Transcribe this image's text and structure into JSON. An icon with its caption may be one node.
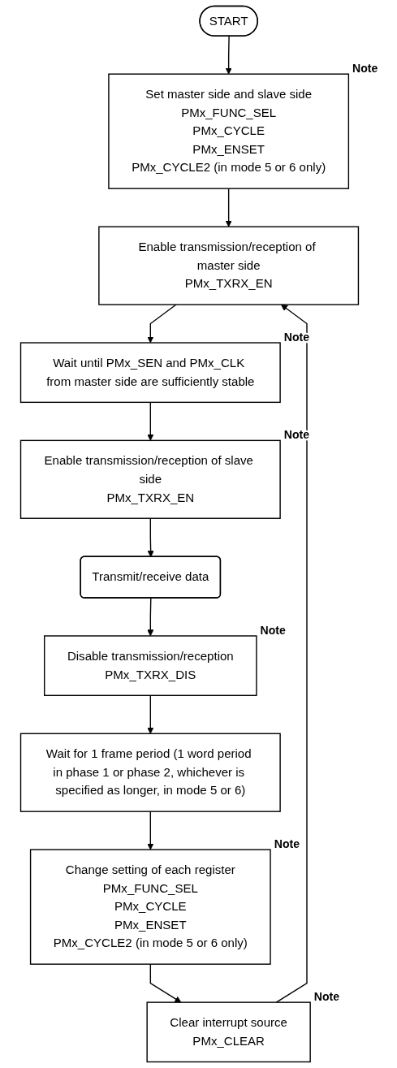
{
  "diagram": {
    "nodes": [
      {
        "text": [
          "START"
        ]
      },
      {
        "text": [
          "Set master side and slave side",
          "PMx_FUNC_SEL",
          "PMx_CYCLE",
          "PMx_ENSET",
          "PMx_CYCLE2 (in mode 5 or 6 only)"
        ],
        "beside": [
          "Note"
        ]
      },
      {
        "text": [
          "Enable transmission/reception of master side",
          "PMx_TXRX_EN"
        ]
      },
      {
        "text": [
          "Wait until PMx_SEN and PMx_CLK from master side are sufficiently stable"
        ],
        "beside": [
          "Note"
        ]
      },
      {
        "text": [
          "Enable transmission/reception of slave side",
          "PMx_TXRX_EN"
        ],
        "beside": [
          "Note"
        ]
      },
      {
        "text": [
          "Transmit/receive data"
        ]
      },
      {
        "text": [
          "Disable transmission/reception",
          "PMx_TXRX_DIS"
        ],
        "beside": [
          "Note"
        ]
      },
      {
        "text": [
          "Wait for 1 frame period (1 word period in phase 1 or phase 2, whichever is specified as longer, in mode 5 or 6)"
        ]
      },
      {
        "text": [
          "Change setting of each register",
          "PMx_FUNC_SEL",
          "PMx_CYCLE",
          "PMx_ENSET",
          "PMx_CYCLE2 (in mode 5 or 6 only)"
        ],
        "beside": [
          "Note"
        ]
      },
      {
        "text": [
          "Clear interrupt source",
          "PMx_CLEAR"
        ],
        "beside": [
          "Note"
        ]
      }
    ],
    "edges": [
      {
        "from": 0,
        "to": 1,
        "arrow": "to"
      },
      {
        "from": 1,
        "to": 2,
        "arrow": "to"
      },
      {
        "from": 2,
        "to": 3,
        "arrow": "to"
      },
      {
        "from": 3,
        "to": 4,
        "arrow": "to"
      },
      {
        "from": 4,
        "to": 5,
        "arrow": "to"
      },
      {
        "from": 5,
        "to": 6,
        "arrow": "to"
      },
      {
        "from": 6,
        "to": 7,
        "arrow": "to"
      },
      {
        "from": 7,
        "to": 8,
        "arrow": "to"
      },
      {
        "from": 8,
        "to": 9,
        "arrow": "to"
      },
      {
        "from": 9,
        "to": 2,
        "arrow": "to"
      }
    ]
  }
}
